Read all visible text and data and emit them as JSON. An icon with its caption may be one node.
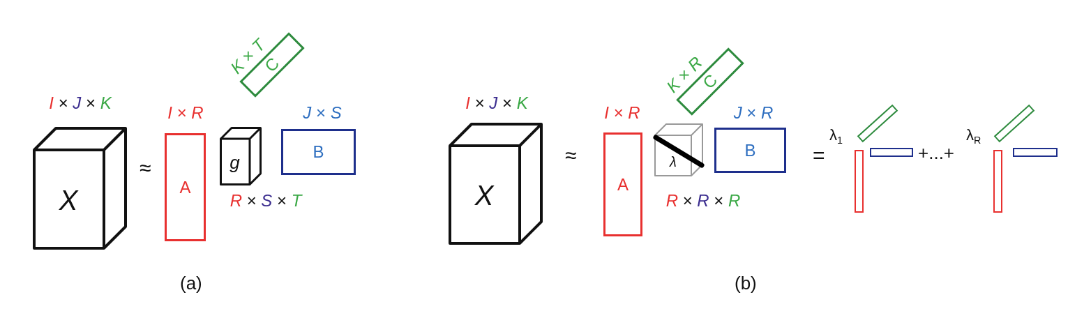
{
  "diagram": {
    "nodes": [
      {
        "text": [
          "X"
        ],
        "beside": [
          "I × J × K"
        ]
      },
      {
        "text": [
          "A"
        ],
        "beside": [
          "I × R"
        ]
      },
      {
        "text": [
          "g"
        ],
        "beside": [
          "R × S × T"
        ]
      },
      {
        "text": [
          "B"
        ],
        "beside": [
          "J × S"
        ]
      },
      {
        "text": [
          "K × T",
          "C"
        ]
      },
      {
        "text": [
          "X"
        ],
        "beside": [
          "I × J × K"
        ]
      },
      {
        "text": [
          "A"
        ],
        "beside": [
          "I × R"
        ]
      },
      {
        "text": [
          "λ"
        ],
        "beside": [
          "R × R × R"
        ]
      },
      {
        "text": [
          "B"
        ],
        "beside": [
          "J × R"
        ]
      },
      {
        "text": [
          "K × R",
          "C"
        ]
      },
      {
        "text": [],
        "shape": "bar"
      },
      {
        "text": [],
        "shape": "bar"
      },
      {
        "text": [],
        "shape": "bar"
      },
      {
        "text": [],
        "shape": "bar"
      },
      {
        "text": [],
        "shape": "bar"
      },
      {
        "text": [],
        "shape": "bar"
      }
    ],
    "edges": [],
    "labels": [
      "≈",
      "(a)",
      "≈",
      "(b)",
      "=",
      "λ$_{1}$",
      "+...+",
      "λ$_{R}$"
    ]
  }
}
